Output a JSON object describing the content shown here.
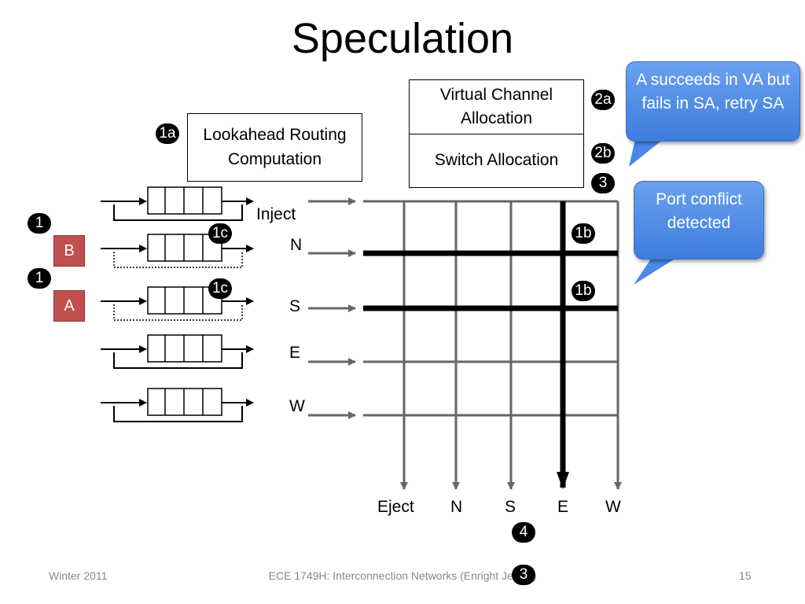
{
  "title": "Speculation",
  "pipeline": {
    "lookahead_routing": "Lookahead Routing Computation",
    "virtual_channel_allocation": "Virtual Channel Allocation",
    "switch_allocation": "Switch Allocation"
  },
  "badges": {
    "step_1a": "1a",
    "step_2a": "2a",
    "step_2b": "2b",
    "step_3_top": "3",
    "step_1_b": "1",
    "step_1_a": "1",
    "step_1c_top": "1c",
    "step_1c_bottom": "1c",
    "step_1b_top": "1b",
    "step_1b_bottom": "1b",
    "step_4": "4",
    "step_3_bottom": "3"
  },
  "packets": {
    "b": "B",
    "a": "A"
  },
  "inputs": [
    "Inject",
    "N",
    "S",
    "E",
    "W"
  ],
  "outputs": [
    "Eject",
    "N",
    "S",
    "E",
    "W"
  ],
  "callouts": {
    "va_sa": "A succeeds in VA but fails in SA, retry SA",
    "conflict": "Port conflict detected"
  },
  "colors": {
    "packet": "#c0504d",
    "callout": "#4f8ee6",
    "arrow": "#666666"
  },
  "footer": {
    "left": "Winter 2011",
    "center": "ECE 1749H: Interconnection Networks (Enright Jerger)",
    "page": "15"
  }
}
